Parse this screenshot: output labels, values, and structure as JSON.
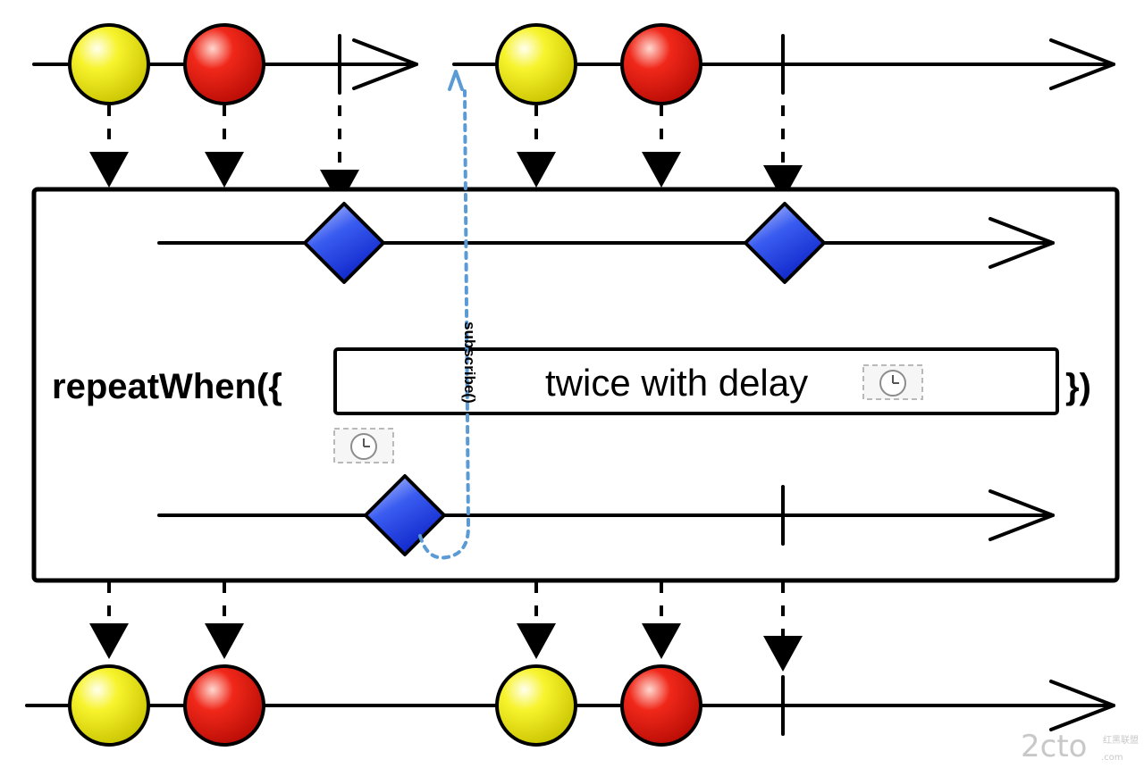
{
  "operator": {
    "name": "repeatWhen({",
    "close": "})"
  },
  "inner_label": "twice with delay",
  "subscribe_label": "subscribe()",
  "watermark": {
    "main": "2cto",
    "suffix": ".com",
    "cn": "红黑联盟"
  },
  "icons": {
    "timer": "clock-icon",
    "marble_first": "yellow-marble",
    "marble_second": "red-marble",
    "notifier_event": "blue-diamond"
  },
  "colors": {
    "yellow": "#f2ee10",
    "red": "#e8170f",
    "blue": "#1a3fe6",
    "subscribe_arrow": "#5b9bd5",
    "line": "#000000"
  }
}
